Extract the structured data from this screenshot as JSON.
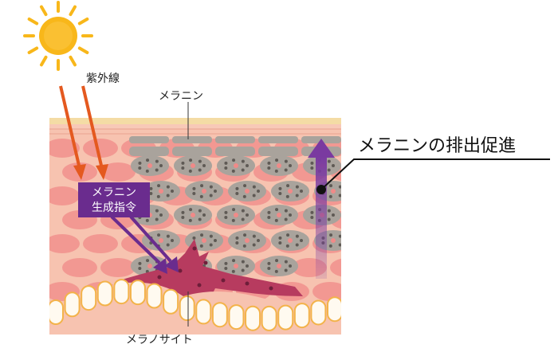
{
  "labels": {
    "uv": "紫外線",
    "melanin": "メラニン",
    "melanocyte": "メラノサイト",
    "promote_excretion": "メラニンの排出促進",
    "command_line1": "メラニン",
    "command_line2": "生成指令"
  },
  "colors": {
    "sun": "#f8b71a",
    "uv_arrow": "#e4591f",
    "skin_base": "#f7c3b0",
    "cell_pink": "#f08a88",
    "melanin_cell": "#a9a39c",
    "basal_cell": "#fffaf0",
    "melanocyte": "#b73b5f",
    "command_box": "#6a2c8e",
    "excretion_arrow": "#7a3aa0"
  }
}
